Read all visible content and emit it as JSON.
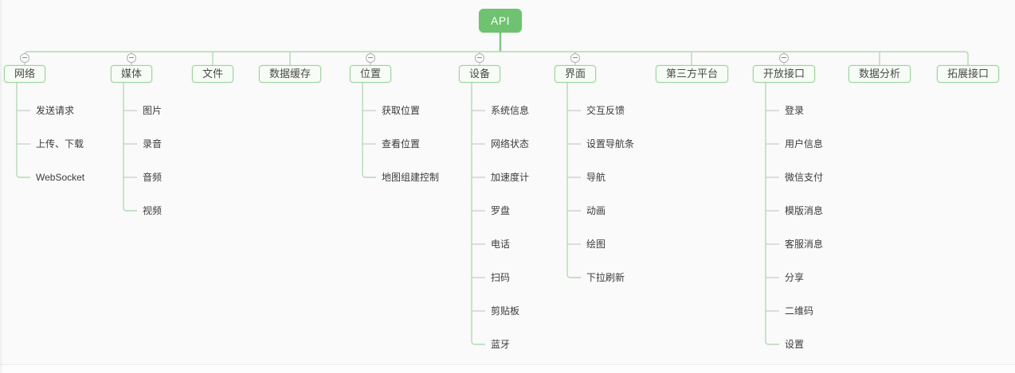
{
  "canvas": {
    "background": "#fafafa"
  },
  "colors": {
    "root_fill": "#6fc26f",
    "root_text": "#ffffff",
    "root_stub": "#84c684",
    "connector": "#b5d8b5",
    "stub": "#c6cdc6",
    "node_border": "#a0d3a0",
    "node_fill": "#f7fcf7",
    "node_text": "#4a4a4a",
    "child_text": "#3b3b3b",
    "icon_border": "#b0b0b0"
  },
  "icons": {
    "collapse": "minus-circle"
  },
  "tree": {
    "root": {
      "label": "API"
    },
    "branches": [
      {
        "label": "网络",
        "children": [
          "发送请求",
          "上传、下载",
          "WebSocket"
        ]
      },
      {
        "label": "媒体",
        "children": [
          "图片",
          "录音",
          "音频",
          "视频"
        ]
      },
      {
        "label": "文件",
        "children": []
      },
      {
        "label": "数据缓存",
        "children": []
      },
      {
        "label": "位置",
        "children": [
          "获取位置",
          "查看位置",
          "地图组建控制"
        ]
      },
      {
        "label": "设备",
        "children": [
          "系统信息",
          "网络状态",
          "加速度计",
          "罗盘",
          "电话",
          "扫码",
          "剪贴板",
          "蓝牙"
        ]
      },
      {
        "label": "界面",
        "children": [
          "交互反馈",
          "设置导航条",
          "导航",
          "动画",
          "绘图",
          "下拉刷新"
        ]
      },
      {
        "label": "第三方平台",
        "children": []
      },
      {
        "label": "开放接口",
        "children": [
          "登录",
          "用户信息",
          "微信支付",
          "模版消息",
          "客服消息",
          "分享",
          "二维码",
          "设置"
        ]
      },
      {
        "label": "数据分析",
        "children": []
      },
      {
        "label": "拓展接口",
        "children": []
      }
    ]
  }
}
